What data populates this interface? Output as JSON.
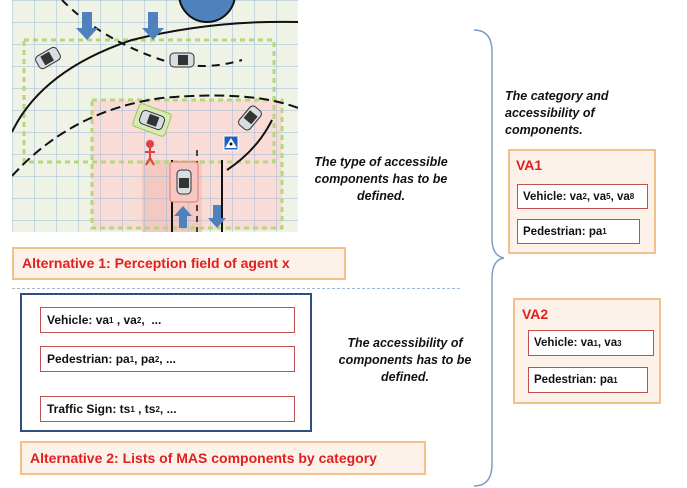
{
  "perception_scene": {
    "alternative1_label": "Alternative 1: Perception field of agent x",
    "note_text": "The type of accessible components has to be defined.",
    "colors": {
      "grid": "#9fb8d6",
      "road": "#ffffff",
      "perception_zone": "#fce4e1",
      "field_zone": "#eef3e6",
      "dash_border": "#b6d77a",
      "arrow": "#4f81bd"
    }
  },
  "list_panel": {
    "alternative2_label": "Alternative 2: Lists of MAS components by category",
    "note_text": "The accessibility of components has to be defined.",
    "items": [
      {
        "label": "Vehicle: va",
        "s1": "1",
        "mid": " , va",
        "s2": "2",
        "tail": ",  ..."
      },
      {
        "label": "Pedestrian: pa",
        "s1": "1",
        "mid": ", pa",
        "s2": "2",
        "tail": ", ..."
      },
      {
        "label": "Traffic Sign: ts",
        "s1": "1",
        "mid": " , ts",
        "s2": "2",
        "tail": ", ..."
      }
    ]
  },
  "right_panel": {
    "heading": "The category and accessibility of components.",
    "va1": {
      "title": "VA1",
      "vehicle": {
        "text": "Vehicle: va",
        "a": "2",
        "b": ", va",
        "c": "5",
        "d": ", va",
        "e": "8"
      },
      "pedestrian": {
        "text": "Pedestrian: pa",
        "a": "1"
      }
    },
    "va2": {
      "title": "VA2",
      "vehicle": {
        "text": "Vehicle: va",
        "a": "1",
        "b": ", va",
        "c": "3"
      },
      "pedestrian": {
        "text": "Pedestrian: pa",
        "a": "1"
      }
    }
  }
}
